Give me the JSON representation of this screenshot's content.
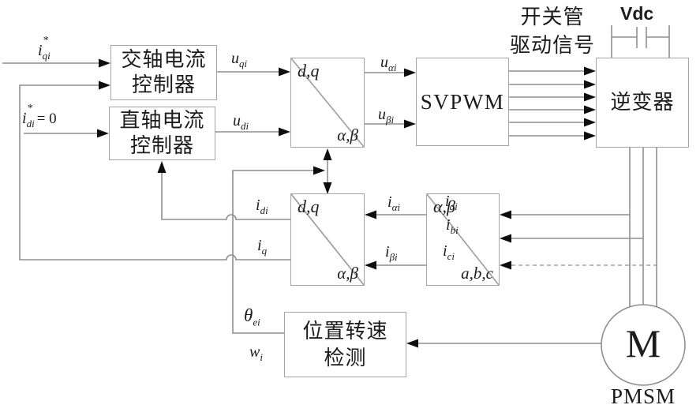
{
  "diagram": {
    "boxes": {
      "q_axis_controller": {
        "line1": "交轴电流",
        "line2": "控制器"
      },
      "d_axis_controller": {
        "line1": "直轴电流",
        "line2": "控制器"
      },
      "dq_to_alphabeta": {
        "top_label": "d,q",
        "bottom_label": "α,β"
      },
      "svpwm": {
        "label": "SVPWM"
      },
      "inverter": {
        "label": "逆变器"
      },
      "alphabeta_to_dq": {
        "top_label": "d,q",
        "bottom_label": "α,β"
      },
      "clarke": {
        "top_label": "α,β",
        "bottom_label": "a,b,c"
      },
      "position_speed_detector": {
        "line1": "位置转速",
        "line2": "检测"
      },
      "motor": {
        "label": "M",
        "caption": "PMSM"
      }
    },
    "labels": {
      "iq_ref": {
        "base": "i",
        "sub": "qi",
        "sup": "*"
      },
      "id_ref": {
        "base": "i",
        "sub": "di",
        "sup": "*",
        "tail": "= 0"
      },
      "uq": {
        "base": "u",
        "sub": "qi"
      },
      "ud": {
        "base": "u",
        "sub": "di"
      },
      "ualpha": {
        "base": "u",
        "sub": "αi"
      },
      "ubeta": {
        "base": "u",
        "sub": "βi"
      },
      "id_fb": {
        "base": "i",
        "sub": "di"
      },
      "iq_fb": {
        "base": "i",
        "sub": "q"
      },
      "ialpha": {
        "base": "i",
        "sub": "αi"
      },
      "ibeta": {
        "base": "i",
        "sub": "βi"
      },
      "ia": {
        "base": "i",
        "sub": "ai"
      },
      "ib": {
        "base": "i",
        "sub": "bi"
      },
      "ic": {
        "base": "i",
        "sub": "ci"
      },
      "theta": {
        "base": "θ",
        "sub": "ei"
      },
      "speed": {
        "base": "w",
        "sub": "i"
      },
      "vdc": "Vdc",
      "gate_drive_line1": "开关管",
      "gate_drive_line2": "驱动信号"
    },
    "colors": {
      "background": "#ffffff",
      "wire": "#8f8f8f",
      "box_border": "#a6a6a6",
      "arrow": "#0e0e0e",
      "text": "#1c1c1c"
    }
  }
}
